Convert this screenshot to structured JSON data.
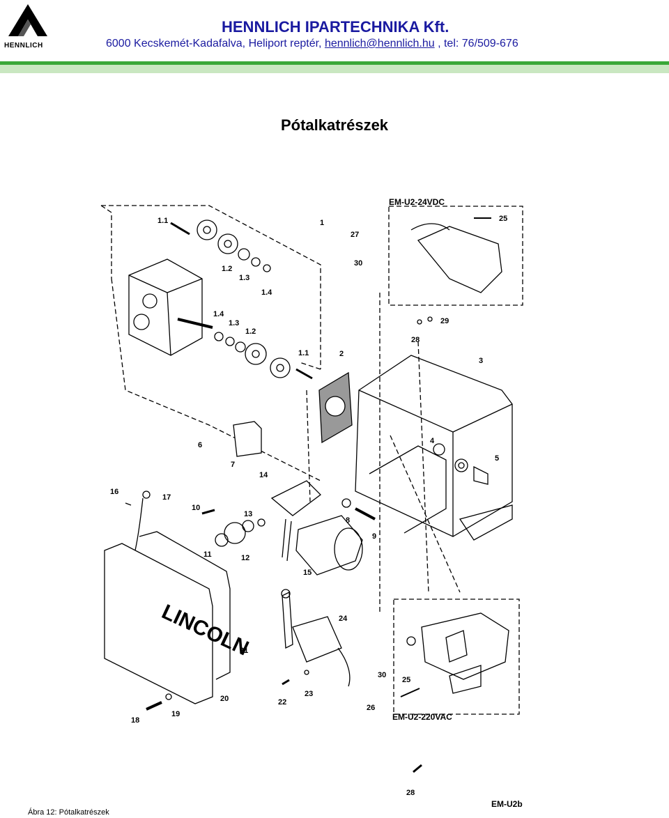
{
  "header": {
    "logo_text": "HENNLICH",
    "company": "HENNLICH IPARTECHNIKA Kft.",
    "address_prefix": "6000 Kecskemét-Kadafalva, Heliport reptér, ",
    "email": "hennlich@hennlich.hu",
    "address_suffix": " , tel: 76/509-676",
    "accent_color": "#3aa838",
    "text_color": "#1a1aa0"
  },
  "page": {
    "title": "Pótalkatrészek",
    "caption": "Ábra 12: Pótalkatrészek"
  },
  "diagram": {
    "brand_plate_text": "LINCOLN",
    "variant_top": "EM-U2-24VDC",
    "variant_bottom": "EM-U2-220VAC",
    "model_code": "EM-U2b",
    "part_labels": {
      "p1_1a": "1.1",
      "p1": "1",
      "p1_2a": "1.2",
      "p1_3a": "1.3",
      "p1_4a": "1.4",
      "p1_4b": "1.4",
      "p1_3b": "1.3",
      "p1_2b": "1.2",
      "p1_1b": "1.1",
      "p2": "2",
      "p3": "3",
      "p4": "4",
      "p5": "5",
      "p6": "6",
      "p7": "7",
      "p8": "8",
      "p9": "9",
      "p10": "10",
      "p11": "11",
      "p12": "12",
      "p13": "13",
      "p14": "14",
      "p15": "15",
      "p16": "16",
      "p17": "17",
      "p18": "18",
      "p19": "19",
      "p20": "20",
      "p21": "21",
      "p22": "22",
      "p23": "23",
      "p24": "24",
      "p25a": "25",
      "p25b": "25",
      "p26": "26",
      "p27": "27",
      "p28a": "28",
      "p28b": "28",
      "p29": "29",
      "p30a": "30",
      "p30b": "30"
    }
  }
}
